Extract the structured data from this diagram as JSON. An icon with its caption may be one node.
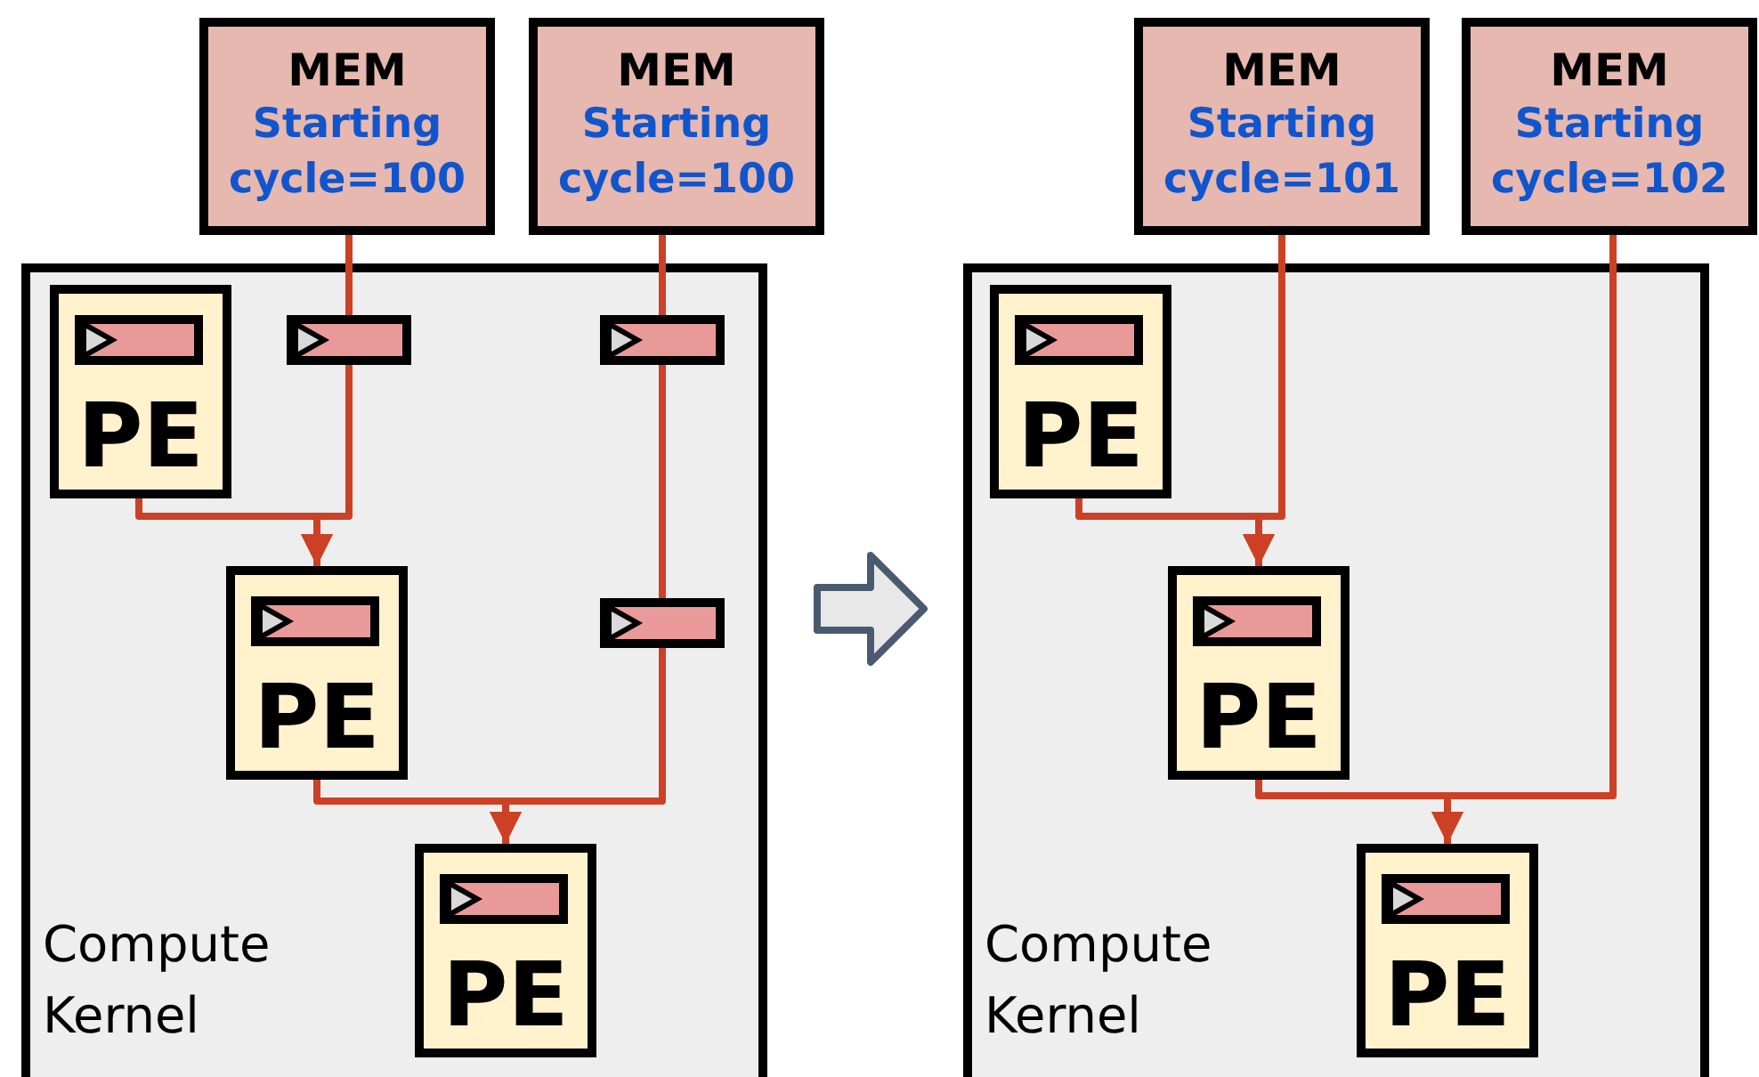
{
  "diagram": {
    "nodes": [
      {
        "text": [
          "MEM",
          "Starting cycle=100"
        ]
      },
      {
        "text": [
          "MEM",
          "Starting cycle=100"
        ]
      },
      {
        "text": [
          "Compute Kernel"
        ]
      },
      {
        "text": [
          "PE"
        ],
        "in": 2
      },
      {
        "text": [],
        "shape": "box",
        "in": 2
      },
      {
        "text": [],
        "shape": "box",
        "in": 2
      },
      {
        "text": [
          "PE"
        ],
        "in": 2
      },
      {
        "text": [],
        "shape": "box",
        "in": 2
      },
      {
        "text": [
          "PE"
        ],
        "in": 2
      },
      {
        "text": [
          "MEM",
          "Starting cycle=101"
        ]
      },
      {
        "text": [
          "MEM",
          "Starting cycle=102"
        ]
      },
      {
        "text": [
          "Compute Kernel"
        ]
      },
      {
        "text": [
          "PE"
        ],
        "in": 11
      },
      {
        "text": [
          "PE"
        ],
        "in": 11
      },
      {
        "text": [
          "PE"
        ],
        "in": 11
      }
    ],
    "edges": [
      {
        "from": 0,
        "to": 4,
        "arrow": "none"
      },
      {
        "from": 4,
        "to": 6,
        "arrow": "to"
      },
      {
        "from": 3,
        "to": 6,
        "arrow": "to"
      },
      {
        "from": 1,
        "to": 5,
        "arrow": "none"
      },
      {
        "from": 5,
        "to": 7,
        "arrow": "none"
      },
      {
        "from": 7,
        "to": 8,
        "arrow": "to"
      },
      {
        "from": 6,
        "to": 8,
        "arrow": "to"
      },
      {
        "from": 2,
        "to": 11,
        "arrow": "to",
        "color": "#4a5a70"
      },
      {
        "from": 9,
        "to": 13,
        "arrow": "to"
      },
      {
        "from": 12,
        "to": 13,
        "arrow": "to"
      },
      {
        "from": 10,
        "to": 14,
        "arrow": "to"
      },
      {
        "from": 13,
        "to": 14,
        "arrow": "to"
      }
    ]
  }
}
